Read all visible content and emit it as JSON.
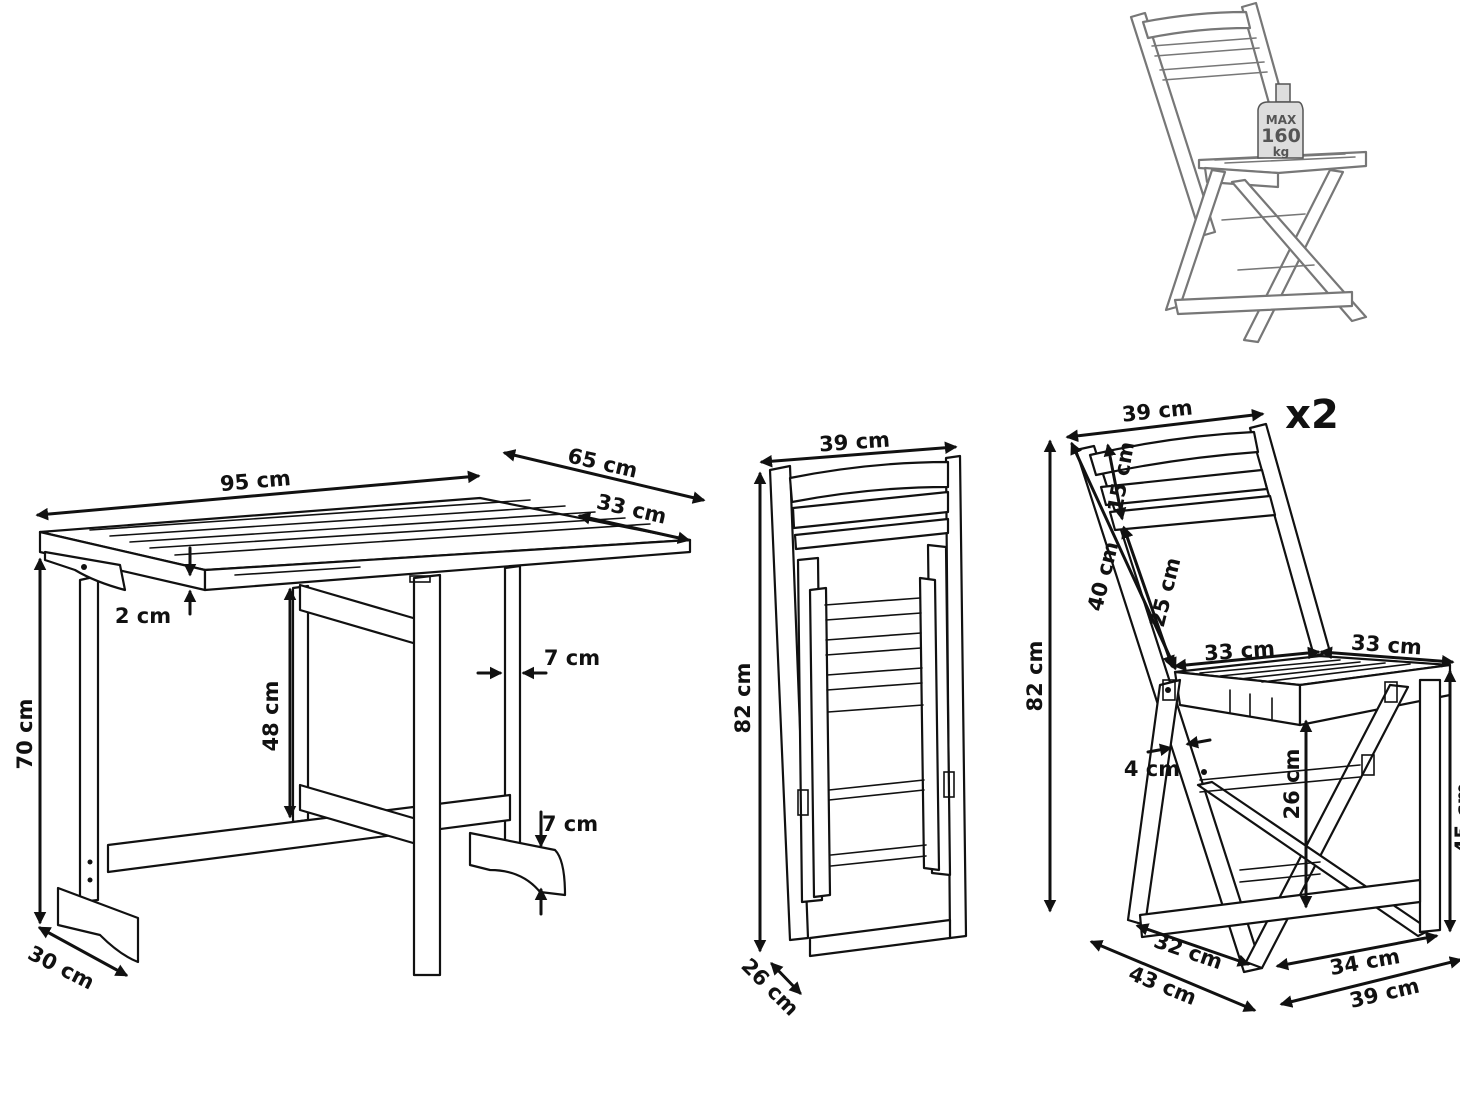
{
  "multiplier": "x2",
  "max_load": {
    "line1": "MAX",
    "line2": "160",
    "line3": "kg"
  },
  "table_dims": {
    "width": "95 cm",
    "depth": "65 cm",
    "leaf": "33 cm",
    "top_thickness": "2 cm",
    "leg_width": "7 cm",
    "height": "70 cm",
    "inner_height": "48 cm",
    "foot_height": "7 cm",
    "foot_depth": "30 cm"
  },
  "folded_chair_dims": {
    "width": "39 cm",
    "height": "82 cm",
    "depth": "26 cm"
  },
  "chair_dims": {
    "top_width": "39 cm",
    "backrest_slats": "15 cm",
    "backrest_height": "40 cm",
    "backrest_lower": "25 cm",
    "height": "82 cm",
    "seat_depth_left": "33 cm",
    "seat_depth_right": "33 cm",
    "frame_thickness": "4 cm",
    "under_seat": "26 cm",
    "seat_height": "45 cm",
    "front_base": "32 cm",
    "total_depth": "43 cm",
    "rear_base": "34 cm",
    "bottom_width": "39 cm"
  }
}
